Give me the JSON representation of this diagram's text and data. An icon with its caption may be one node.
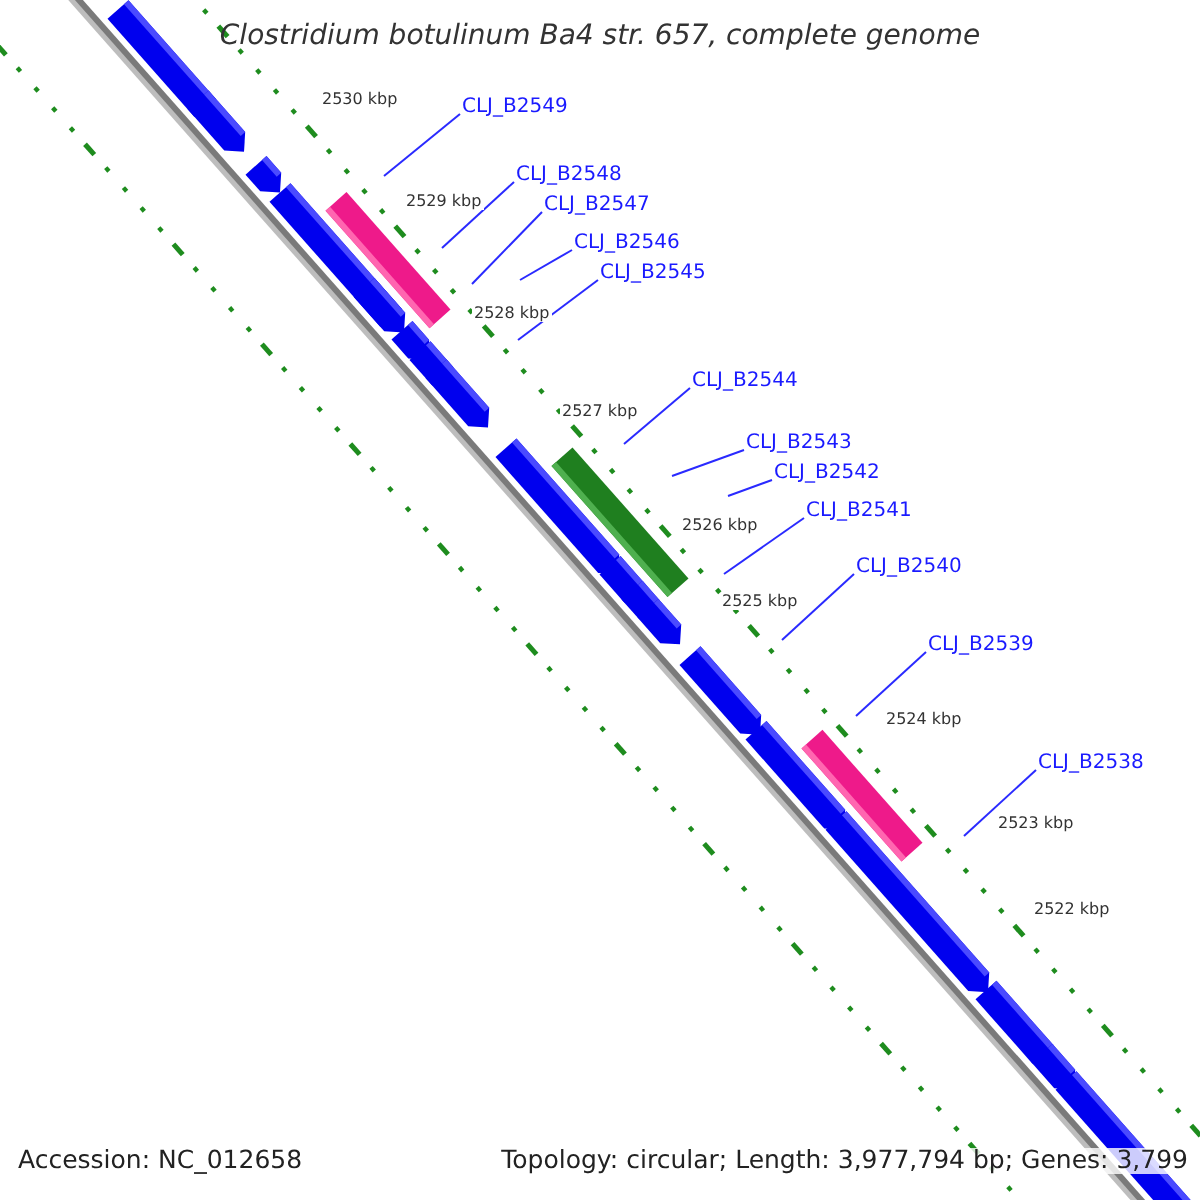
{
  "diagram": {
    "title": "Clostridium botulinum Ba4 str. 657, complete genome",
    "nodes": [
      {
        "text": [
          "CLJ_B2549"
        ]
      },
      {
        "text": [
          "CLJ_B2548"
        ]
      },
      {
        "text": [
          "CLJ_B2547"
        ]
      },
      {
        "text": [
          "CLJ_B2546"
        ]
      },
      {
        "text": [
          "CLJ_B2545"
        ]
      },
      {
        "text": [
          "CLJ_B2544"
        ]
      },
      {
        "text": [
          "CLJ_B2543"
        ]
      },
      {
        "text": [
          "CLJ_B2542"
        ]
      },
      {
        "text": [
          "CLJ_B2541"
        ]
      },
      {
        "text": [
          "CLJ_B2540"
        ]
      },
      {
        "text": [
          "CLJ_B2539"
        ]
      },
      {
        "text": [
          "CLJ_B2538"
        ]
      }
    ],
    "edges": [
      {
        "from": 0,
        "to": null,
        "arrow": "none"
      },
      {
        "from": 1,
        "to": null,
        "arrow": "none"
      },
      {
        "from": 2,
        "to": null,
        "arrow": "none"
      },
      {
        "from": 3,
        "to": null,
        "arrow": "none"
      },
      {
        "from": 4,
        "to": null,
        "arrow": "none"
      },
      {
        "from": 5,
        "to": null,
        "arrow": "none"
      },
      {
        "from": 6,
        "to": null,
        "arrow": "none"
      },
      {
        "from": 7,
        "to": null,
        "arrow": "none"
      },
      {
        "from": 8,
        "to": null,
        "arrow": "none"
      },
      {
        "from": 9,
        "to": null,
        "arrow": "none"
      },
      {
        "from": 10,
        "to": null,
        "arrow": "none"
      },
      {
        "from": 11,
        "to": null,
        "arrow": "none"
      }
    ],
    "labels": [
      "2530 kbp",
      "2529 kbp",
      "2528 kbp",
      "2527 kbp",
      "2526 kbp",
      "2525 kbp",
      "2524 kbp",
      "2523 kbp",
      "2522 kbp",
      "Accession: NC_012658",
      "Topology: circular; Length: 3,977,794 bp; Genes: 3,799"
    ]
  }
}
